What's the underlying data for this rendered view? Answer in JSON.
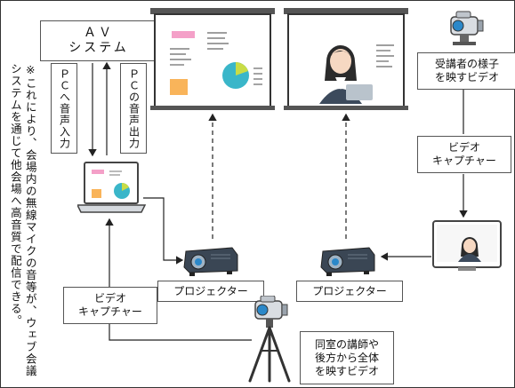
{
  "labels": {
    "av_system": "ＡＶ\nシステム",
    "pc_audio_input": "ＰＣへ音声入力",
    "pc_audio_output": "ＰＣの音声出力",
    "note": "※これにより、会場内の無線マイクの音等が、ウェブ会議システムを通じて他会場へ高音質で配信できる。",
    "participants_camera": "受講者の様子\nを映すビデオ",
    "video_capture_right": "ビデオ\nキャプチャー",
    "video_capture_left": "ビデオ\nキャプチャー",
    "projector_left": "プロジェクター",
    "projector_right": "プロジェクター",
    "room_camera": "同室の講師や\n後方から全体\nを映すビデオ"
  },
  "colors": {
    "line": "#222222",
    "screen_frame": "#333333",
    "pink": "#f4a0c8",
    "orange": "#f9b45a",
    "teal": "#3ab6c9",
    "yellow_green": "#c9dc46",
    "projector_body": "#3a4654",
    "camera_lens": "#2b88c9"
  },
  "icons": [
    "projection-screen-icon",
    "projector-icon",
    "laptop-icon",
    "video-camera-icon",
    "tripod-camera-icon",
    "presenter-avatar-icon"
  ]
}
